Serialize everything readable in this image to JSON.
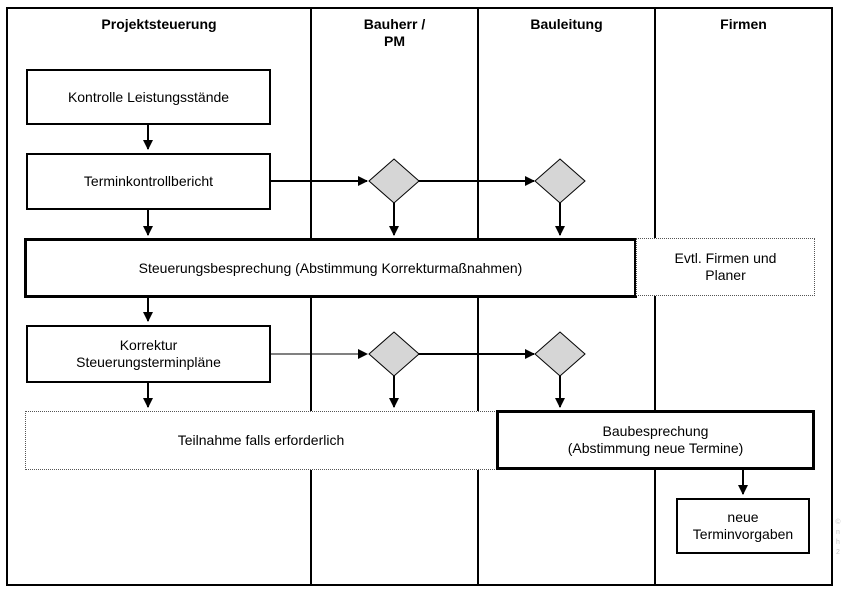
{
  "lanes": {
    "projektsteuerung": "Projektsteuerung",
    "bauherr": "Bauherr /\nPM",
    "bauleitung": "Bauleitung",
    "firmen": "Firmen"
  },
  "boxes": {
    "kontrolle": "Kontrolle Leistungsstände",
    "terminkontroll": "Terminkontrollbericht",
    "steuerung": "Steuerungsbesprechung (Abstimmung Korrekturmaßnahmen)",
    "evtl": "Evtl. Firmen und\nPlaner",
    "korrektur": "Korrektur\nSteuerungsterminpläne",
    "teilnahme": "Teilnahme falls erforderlich",
    "baubesprechung": "Baubesprechung\n(Abstimmung neue Termine)",
    "neue": "neue\nTerminvorgaben"
  },
  "colors": {
    "diamond_fill": "#d6d6d6",
    "line": "#000000"
  }
}
